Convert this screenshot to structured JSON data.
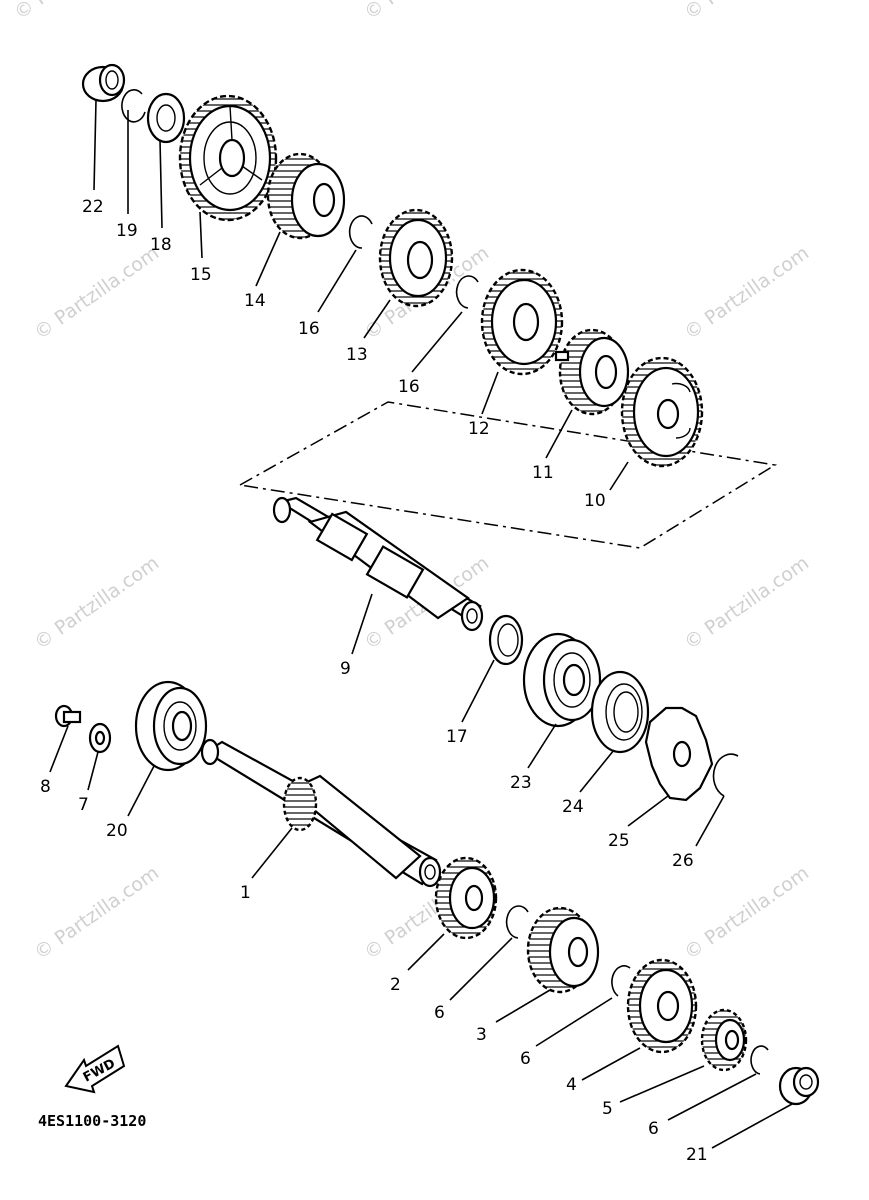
{
  "diagram": {
    "code": "4ES1100-3120",
    "fwd_label": "FWD",
    "watermark": "© Partzilla.com",
    "callouts": [
      {
        "id": "c22",
        "text": "22"
      },
      {
        "id": "c19",
        "text": "19"
      },
      {
        "id": "c18",
        "text": "18"
      },
      {
        "id": "c15",
        "text": "15"
      },
      {
        "id": "c14",
        "text": "14"
      },
      {
        "id": "c16a",
        "text": "16"
      },
      {
        "id": "c13",
        "text": "13"
      },
      {
        "id": "c16b",
        "text": "16"
      },
      {
        "id": "c12",
        "text": "12"
      },
      {
        "id": "c11",
        "text": "11"
      },
      {
        "id": "c10",
        "text": "10"
      },
      {
        "id": "c9",
        "text": "9"
      },
      {
        "id": "c17",
        "text": "17"
      },
      {
        "id": "c23",
        "text": "23"
      },
      {
        "id": "c24",
        "text": "24"
      },
      {
        "id": "c25",
        "text": "25"
      },
      {
        "id": "c26",
        "text": "26"
      },
      {
        "id": "c8",
        "text": "8"
      },
      {
        "id": "c7",
        "text": "7"
      },
      {
        "id": "c20",
        "text": "20"
      },
      {
        "id": "c1",
        "text": "1"
      },
      {
        "id": "c2",
        "text": "2"
      },
      {
        "id": "c6a",
        "text": "6"
      },
      {
        "id": "c3",
        "text": "3"
      },
      {
        "id": "c6b",
        "text": "6"
      },
      {
        "id": "c4",
        "text": "4"
      },
      {
        "id": "c5",
        "text": "5"
      },
      {
        "id": "c6c",
        "text": "6"
      },
      {
        "id": "c21",
        "text": "21"
      }
    ]
  }
}
